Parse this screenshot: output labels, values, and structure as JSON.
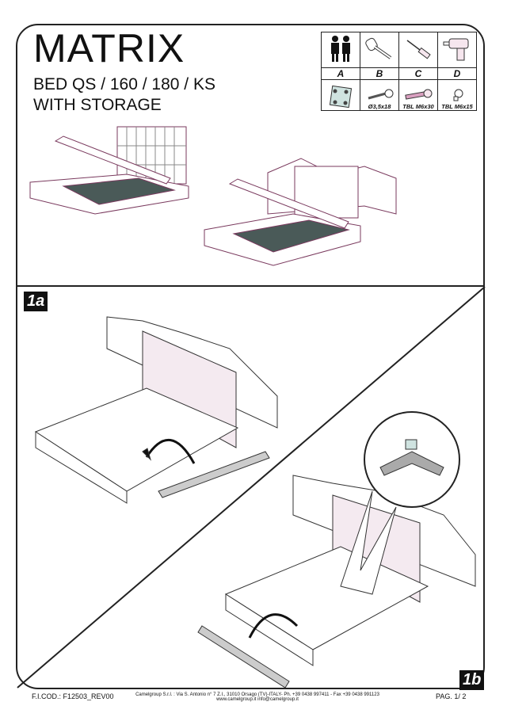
{
  "header": {
    "title": "MATRIX",
    "subtitle_line1": "BED  QS / 160 / 180 / KS",
    "subtitle_line2": "WITH STORAGE"
  },
  "tools_table": {
    "tools": [
      "two-persons-icon",
      "mallet-icon",
      "screwdriver-icon",
      "drill-icon"
    ],
    "parts": [
      {
        "letter": "A",
        "label": ""
      },
      {
        "letter": "B",
        "label": "Ø3,5x18"
      },
      {
        "letter": "C",
        "label": "TBL M6x30"
      },
      {
        "letter": "D",
        "label": "TBL M6x15"
      }
    ]
  },
  "steps": {
    "step1a": "1a",
    "step1b": "1b"
  },
  "footer": {
    "code": "F.I.COD.: F12503_REV00",
    "company_line1": "Camelgroup S.r.l. : Via S. Antonio n° 7 Z.I., 31010 Orsago (TV)-ITALY- Ph. +39 0438 997411 - Fax +39 0438 991123",
    "company_line2": "www.camelgroup.it     info@camelgroup.it",
    "page": "PAG. 1/ 2"
  }
}
